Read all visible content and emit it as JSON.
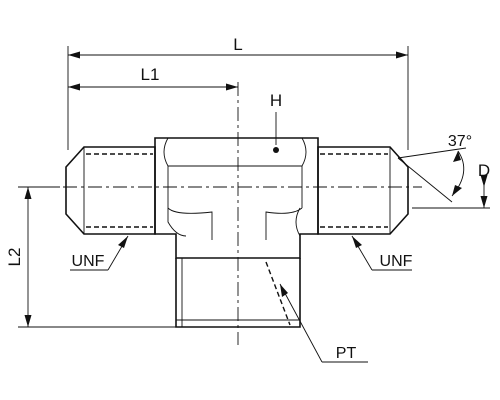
{
  "drawing": {
    "subject": "Tee fitting",
    "labels": {
      "L": "L",
      "L1": "L1",
      "L2": "L2",
      "H": "H",
      "D": "D",
      "angle": "37°",
      "unf_left": "UNF",
      "unf_right": "UNF",
      "pt": "PT"
    }
  }
}
